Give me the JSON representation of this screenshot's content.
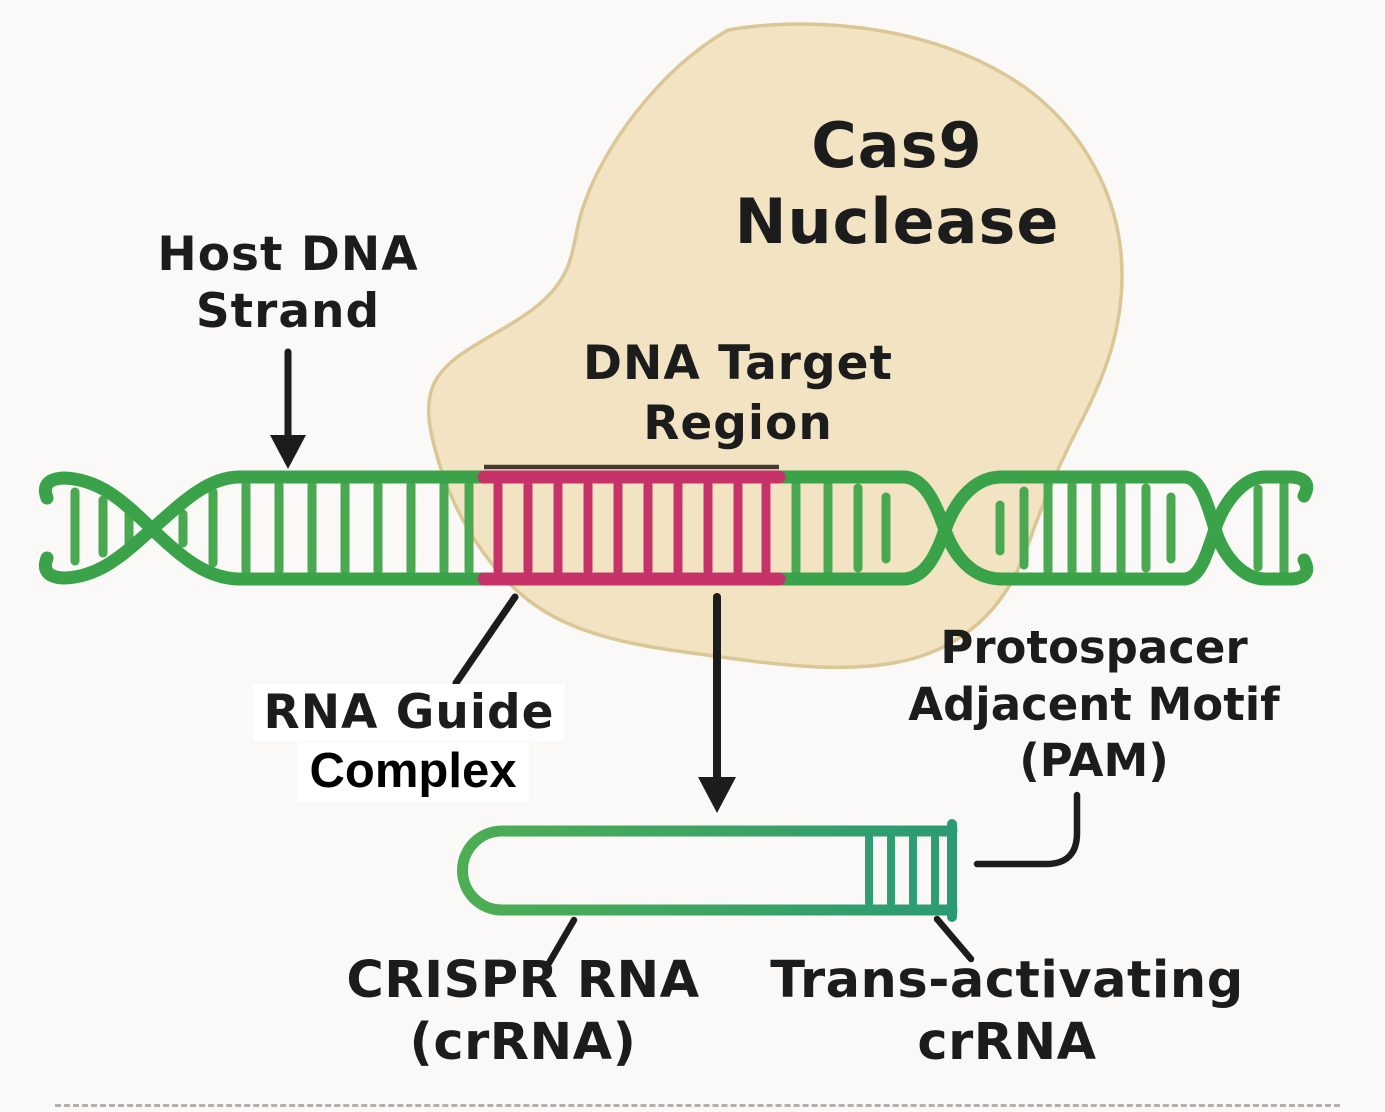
{
  "diagram_title": "CRISPR Cas9 mechanism diagram",
  "labels": {
    "host_dna": [
      "Host DNA",
      "Strand"
    ],
    "cas9": [
      "Cas9",
      "Nuclease"
    ],
    "dna_target": [
      "DNA Target",
      "Region"
    ],
    "rna_guide": "RNA Guide",
    "complex": "Complex",
    "pam": [
      "Protospacer",
      "Adjacent Motif",
      "(PAM)"
    ],
    "crispr_rna": [
      "CRISPR RNA",
      "(crRNA)"
    ],
    "tracr_rna": [
      "Trans-activating",
      "crRNA"
    ]
  },
  "colors": {
    "background": "#faf9f7",
    "cas9_fill": "#f2e4c2",
    "cas9_outline": "#dbc795",
    "dna_green": "#3aa34a",
    "rung_green": "#4aa851",
    "target_pink": "#c53368",
    "target_dark_edge": "#453a30",
    "hairpin_left": "#4fae52",
    "hairpin_right": "#2a9a74",
    "hairpin_rung": "#2f9d72",
    "ink": "#1c1c1c"
  }
}
